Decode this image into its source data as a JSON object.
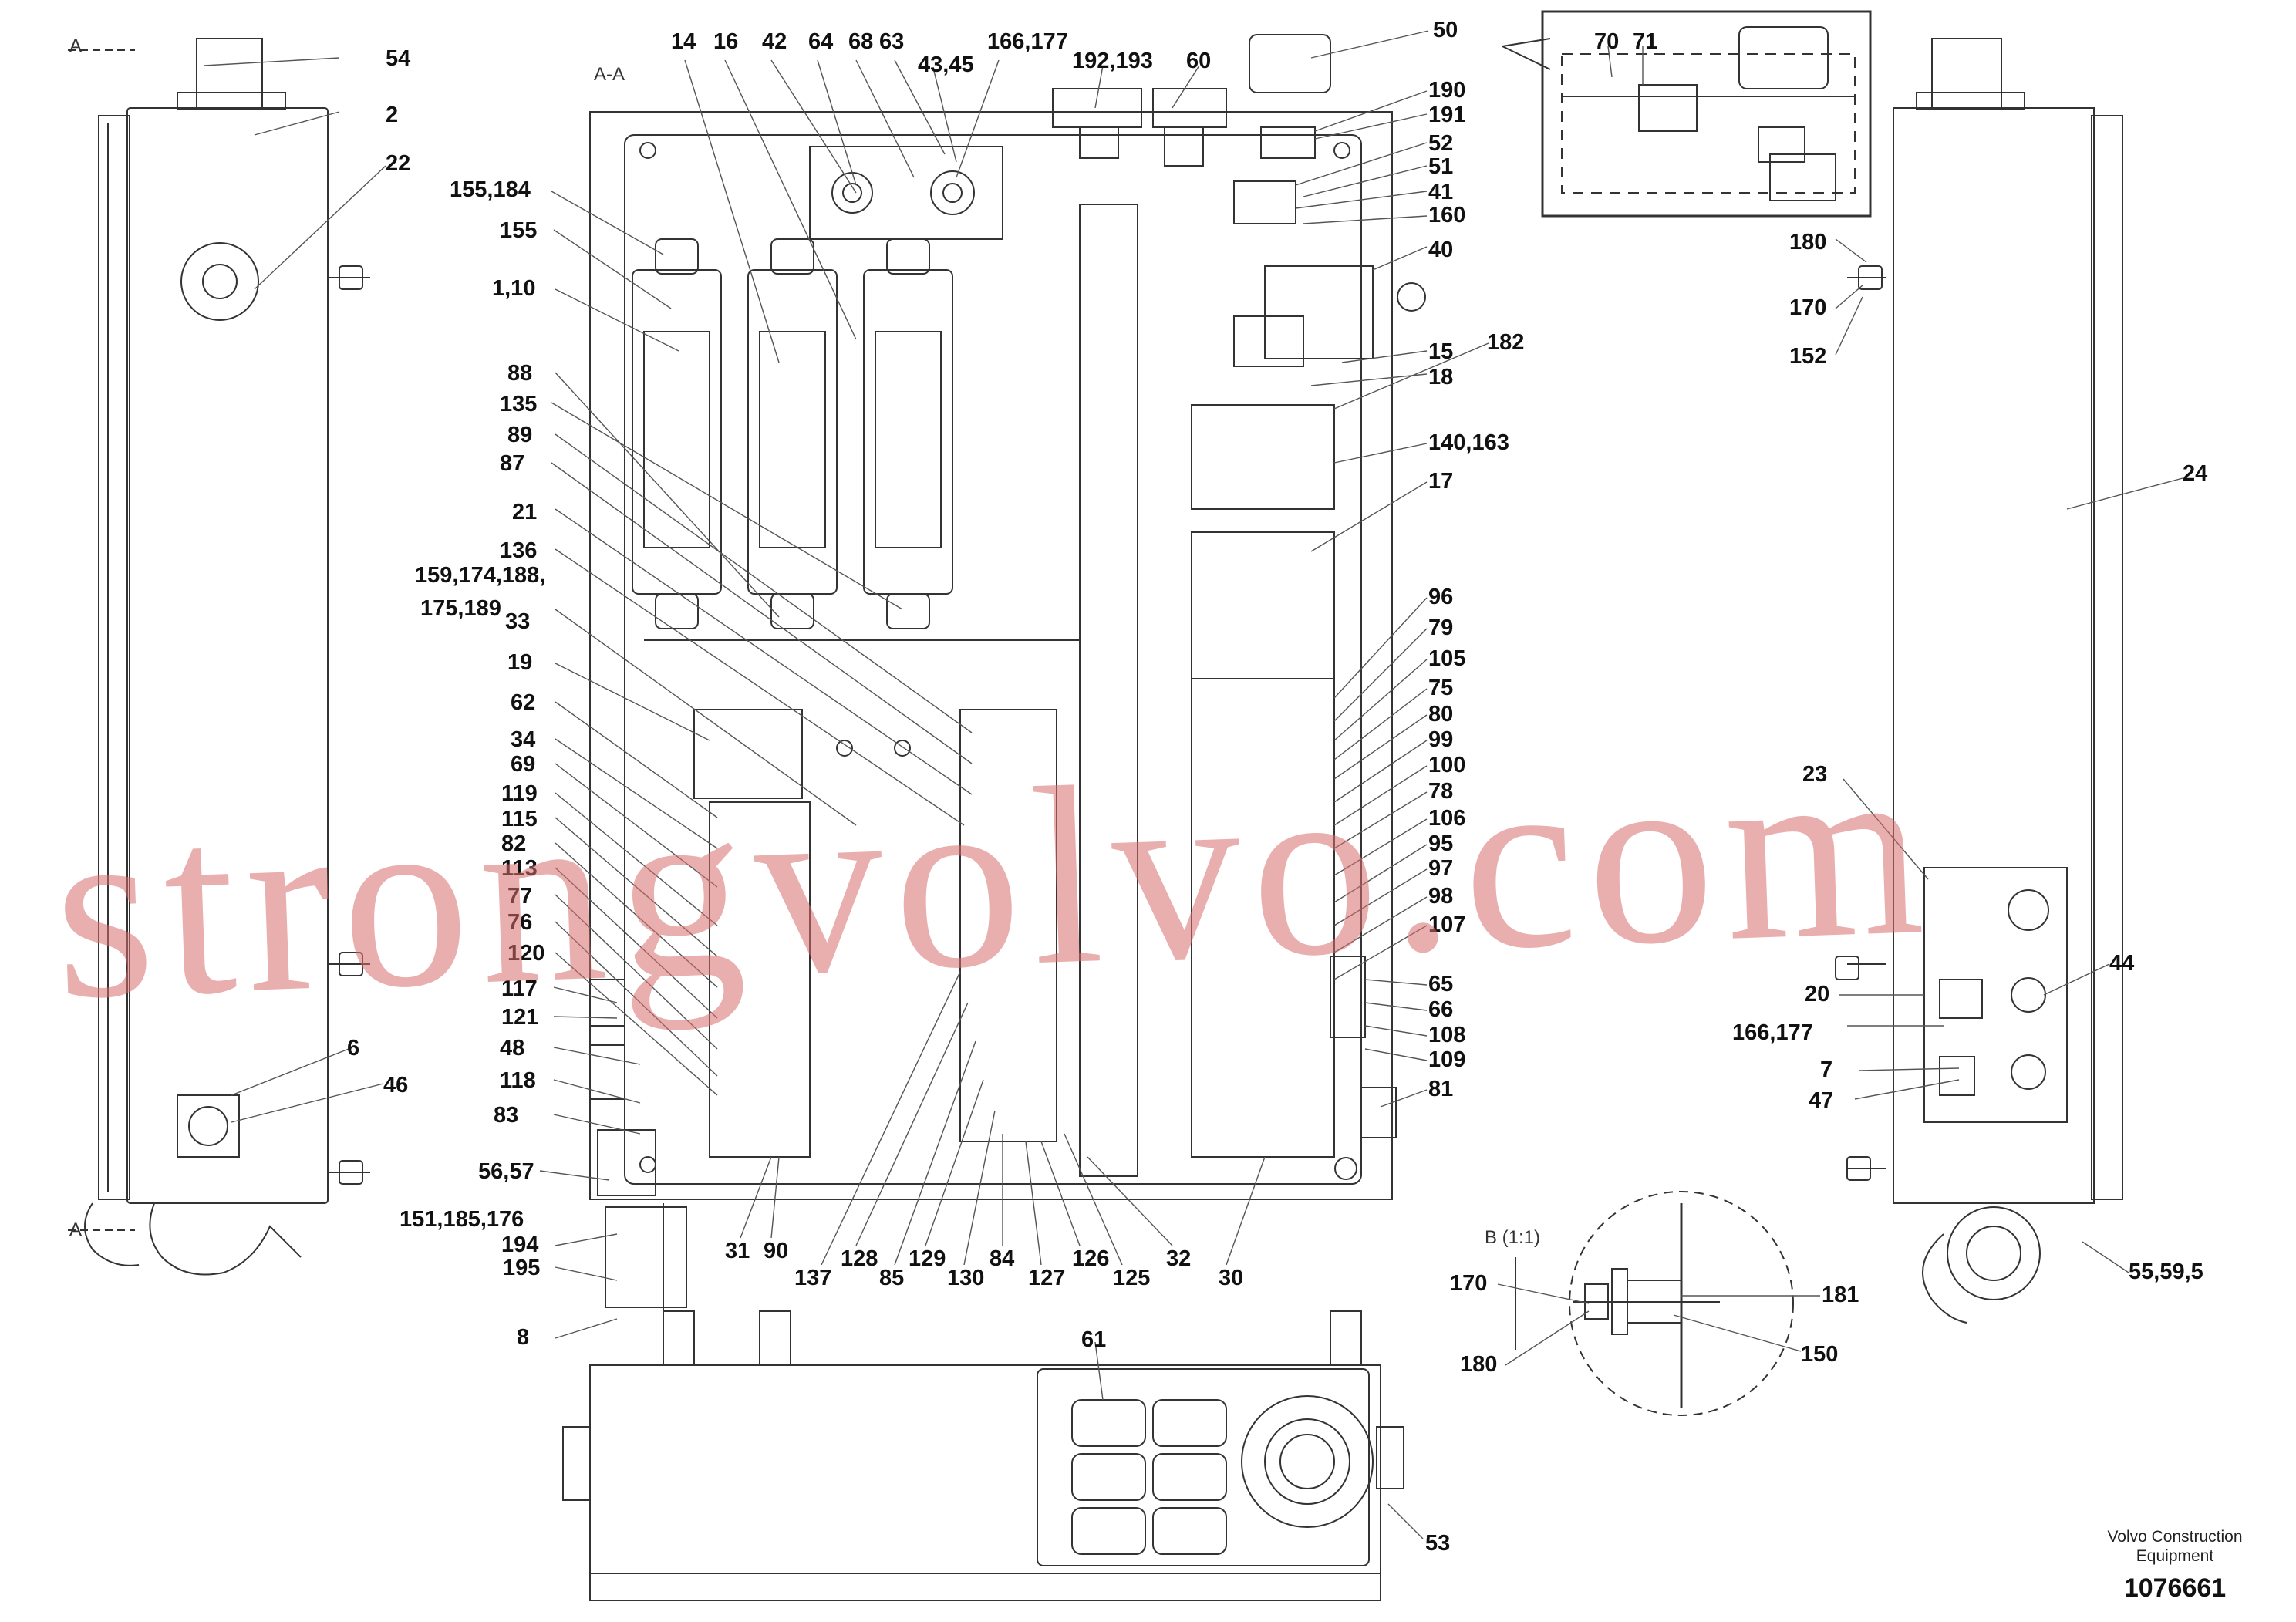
{
  "diagram": {
    "section_marks": [
      "A",
      "A",
      "A-A",
      "B (1:1)"
    ],
    "part_labels": [
      "54",
      "2",
      "22",
      "6",
      "46",
      "14",
      "16",
      "42",
      "64",
      "68",
      "63",
      "43,45",
      "166,177",
      "192,193",
      "60",
      "50",
      "190",
      "191",
      "52",
      "51",
      "41",
      "160",
      "40",
      "15",
      "182",
      "18",
      "140,163",
      "17",
      "155,184",
      "155",
      "1,10",
      "88",
      "135",
      "89",
      "87",
      "21",
      "136",
      "159,174,188,",
      "175,189",
      "33",
      "19",
      "62",
      "34",
      "69",
      "119",
      "115",
      "82",
      "113",
      "77",
      "76",
      "120",
      "117",
      "121",
      "48",
      "118",
      "83",
      "56,57",
      "151,185,176",
      "194",
      "195",
      "8",
      "31",
      "90",
      "137",
      "128",
      "85",
      "129",
      "130",
      "84",
      "127",
      "126",
      "125",
      "32",
      "30",
      "96",
      "79",
      "105",
      "75",
      "80",
      "99",
      "100",
      "78",
      "106",
      "95",
      "97",
      "98",
      "107",
      "65",
      "66",
      "108",
      "109",
      "81",
      "70",
      "71",
      "180",
      "170",
      "152",
      "24",
      "23",
      "20",
      "166,177",
      "7",
      "47",
      "44",
      "55,59,5",
      "170",
      "180",
      "181",
      "150",
      "61",
      "53"
    ]
  },
  "watermark": "strongvolvo.com",
  "brand": {
    "company": "Volvo Construction",
    "suffix": "Equipment",
    "drawing_number": "1076661"
  }
}
